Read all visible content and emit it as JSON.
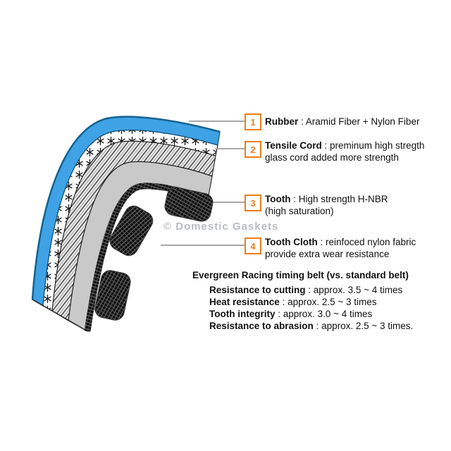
{
  "watermark": "© Domestic Gaskets",
  "colors": {
    "accent_orange": "#ee7d17",
    "belt_blue": "#3ea2e4",
    "callout_line_gray": "#a8a8a8",
    "text": "#111111"
  },
  "belt": {
    "layers": [
      "rubber-backing-blue",
      "tensile-cord-ends",
      "tensile-cord-spiral",
      "hnbr-rubber-body",
      "tooth-cloth-teeth"
    ]
  },
  "callouts": [
    {
      "num": "1",
      "title": "Rubber",
      "sep": " : ",
      "line1": "Aramid Fiber + Nylon Fiber",
      "line2": ""
    },
    {
      "num": "2",
      "title": "Tensile Cord",
      "sep": " : ",
      "line1": "preminum high stregth",
      "line2": "glass cord added more strength"
    },
    {
      "num": "3",
      "title": "Tooth",
      "sep": " : ",
      "line1": "High strength H-NBR",
      "line2": "(high saturation)"
    },
    {
      "num": "4",
      "title": "Tooth Cloth",
      "sep": " : ",
      "line1": "reinfoced nylon fabric",
      "line2": "provide extra wear resistance"
    }
  ],
  "comparison": {
    "title": "Evergreen Racing timing belt (vs. standard belt)",
    "separator": " : ",
    "items": [
      {
        "label": "Resistance to cutting",
        "value": "approx. 3.5 ~ 4 times"
      },
      {
        "label": "Heat resistance",
        "value": "approx. 2.5 ~ 3 times"
      },
      {
        "label": "Tooth integrity",
        "value": "approx. 3.0 ~ 4 times"
      },
      {
        "label": "Resistance to abrasion",
        "value": "approx. 2.5 ~ 3 times."
      }
    ]
  }
}
